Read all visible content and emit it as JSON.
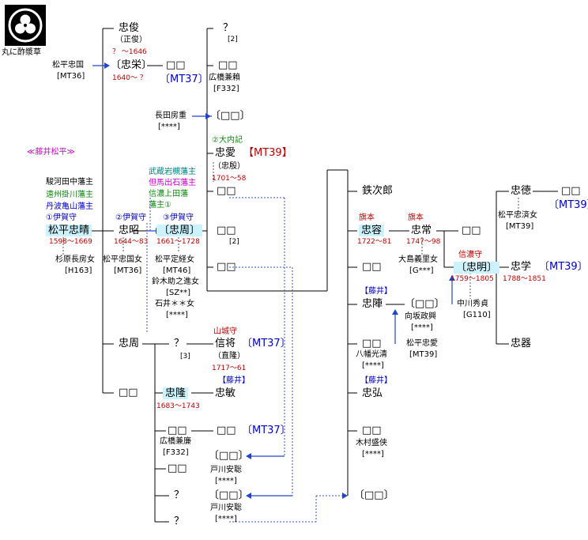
{
  "crest": {
    "caption": "丸に酢漿草"
  },
  "clan": {
    "label": "≪藤井松平≫"
  },
  "boxes": "□□",
  "q": "？",
  "nodes": {
    "tadatoshi": {
      "name": "忠俊",
      "sub": "（正俊）",
      "dates": "？ 〜1646"
    },
    "tadakuni": {
      "name": "松平忠国",
      "code": "[MT36]"
    },
    "tadasakae": {
      "name": "〔忠栄〕",
      "dates": "1640〜 ？"
    },
    "mt37a": "〔MT37〕",
    "unknown2a": "[2]",
    "hirohashi1": {
      "name": "広橋兼賴",
      "code": "[F332]"
    },
    "nagata": {
      "name": "長田房重",
      "code": "[****]"
    },
    "bracket_a": "〔□□〕",
    "title_ouchiki": "②大内記",
    "tadachika": {
      "name": "忠愛",
      "mt": "【MT39】",
      "sub": "（忠殷）",
      "dates": "1701〜58"
    },
    "dom1": "駿河田中藩主",
    "dom2": "遠州掛川藩主",
    "dom3": "丹波亀山藩主",
    "title1": "①伊賀守",
    "tadaharu": {
      "name": "松平忠晴",
      "dates": "1598〜1669"
    },
    "sugihara": {
      "name": "杉原長房女",
      "code": "[H163]"
    },
    "title2": "②伊賀守",
    "tadaaki": {
      "name": "忠昭",
      "dates": "1644〜83"
    },
    "tadakuni_jo": {
      "name": "松平忠国女",
      "code": "[MT36]"
    },
    "title3": "③伊賀守",
    "dom4": "武蔵岩槻藩主",
    "dom5": "但馬出石藩主",
    "dom6": "信濃上田藩",
    "dom6b": "藩主①",
    "tadachika2": {
      "name": "〔忠周〕",
      "dates": "1661〜1728"
    },
    "unknown2b": "[2]",
    "matsudaira_jo": {
      "name": "松平定経女",
      "code": "[MT46]"
    },
    "suzuki_jo": {
      "name": "鈴木助之進女",
      "code": "[SZ**]"
    },
    "ishii_jo": {
      "name": "石井＊＊女",
      "code": "[****]"
    },
    "tadachika3": "忠周",
    "unknown3": "[3]",
    "title_yamashiro": "山城守",
    "nobumasa": {
      "name": "信将",
      "mt": "〔MT37〕",
      "sub": "（直隆）",
      "dates": "1717〜61"
    },
    "fujii1": "【藤井】",
    "tadataka": {
      "name": "忠隆",
      "dates": "1683〜1743"
    },
    "tadatoshi2": "忠敏",
    "mt37b": "〔MT37〕",
    "hirohashi2": {
      "name": "広橋兼廉",
      "code": "[F332]"
    },
    "bracket_b": "〔□□〕",
    "togawa1": {
      "name": "戸川安聡",
      "code": "[****]"
    },
    "bracket_c": "〔□□〕",
    "togawa2": {
      "name": "戸川安聡",
      "code": "[****]"
    },
    "tetsujiro": "鉄次郎",
    "hatamoto1": "旗本",
    "tadahiro": {
      "name": "忠容",
      "dates": "1722〜81"
    },
    "fujii2": "【藤井】",
    "tadanobu": "忠陣",
    "yahata": {
      "name": "八幡光清",
      "code": "[****]"
    },
    "fujii3": "【藤井】",
    "tadahiro2": "忠弘",
    "kimura": {
      "name": "木村盛侠",
      "code": "[****]"
    },
    "bracket_d": "〔□□〕",
    "bracket_e": "〔□□〕",
    "mukaizaka": {
      "name": "向坂政興",
      "code": "[****]"
    },
    "matsudaira_tadachika": {
      "name": "松平忠愛",
      "code": "[MT39]"
    },
    "hatamoto2": "旗本",
    "tadatsune": {
      "name": "忠常",
      "dates": "1747〜98"
    },
    "oshima_jo": {
      "name": "大島義里女",
      "code": "[G***]"
    },
    "title_shinano": "信濃守",
    "tadaakira": {
      "name": "〔忠明〕",
      "dates": "1759〜1805"
    },
    "nakagawa": {
      "name": "中川秀貞",
      "code": "[G110]"
    },
    "tadanori": "忠徳",
    "mt39c": "〔MT39〕",
    "matsudaira_tadakiyo_jo": {
      "name": "松平忠済女",
      "code": "[MT39]"
    },
    "tadasato": {
      "name": "忠学",
      "mt": "〔MT39〕",
      "dates": "1788〜1851"
    },
    "tadaki": "忠器"
  }
}
